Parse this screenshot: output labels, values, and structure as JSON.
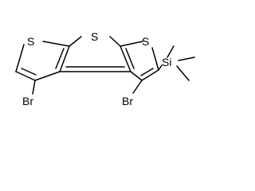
{
  "molecule": {
    "atoms": {
      "s_top": "S",
      "s_left": "S",
      "s_right": "S",
      "br_left": "Br",
      "br_right": "Br",
      "si": "Si"
    },
    "colors": {
      "bond": "#000000",
      "label": "#000000",
      "background": "#ffffff"
    }
  }
}
